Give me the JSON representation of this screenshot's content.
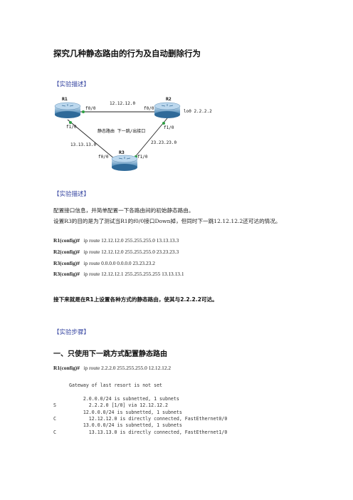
{
  "title": "探究几种静态路由的行为及自动删除行为",
  "section1": "【实验描述】",
  "diagram": {
    "r1": "R1",
    "r2": "R2",
    "r3": "R3",
    "r1_f00": "f0/0",
    "r1_f10": "f1/0",
    "r2_f00": "f0/0",
    "r2_f10": "f1/0",
    "r3_f00": "f0/0",
    "r3_f10": "f1/0",
    "net_12": "12.12.12.0",
    "net_13": "13.13.13.0",
    "net_23": "23.23.23.0",
    "lo0": "lo0 2.2.2.2",
    "note": "静态路由 下一跳/出接口"
  },
  "section2": "【实验描述】",
  "desc1": "配置接口信息，并简单配置一下各路由间的初始静态路由。",
  "desc2": "设置R3的目的是为了测试当R1的f0/0接口Down掉，但同时下一跳12.12.12.2还可达的情况。",
  "commands": [
    {
      "prompt": "R1(config)#",
      "text": "ip route 12.12.12.0 255.255.255.0 13.13.13.3"
    },
    {
      "prompt": "R2(config)#",
      "text": "ip route 12.12.12.0 255.255.255.0 23.23.23.3"
    },
    {
      "prompt": "R3(config)#",
      "text": "ip route 0.0.0.0 0.0.0.0 23.23.23.2"
    },
    {
      "prompt": "R3(config)#",
      "text": "ip route 12.12.12.1 255.255.255.255 13.13.13.1"
    }
  ],
  "emphasis": "接下来就是在R1上设置各种方式的静态路由，使其与2.2.2.2可达。",
  "section3": "【实验步骤】",
  "heading1": "一、只使用下一跳方式配置静态路由",
  "step_cmd": {
    "prompt": "R1(config)#",
    "text": "ip route 2.2.2.0 255.255.255.0 12.12.12.2"
  },
  "terminal": [
    {
      "code": "",
      "text": "Gateway of last resort is not set"
    },
    {
      "code": "",
      "text": ""
    },
    {
      "code": "",
      "text": "     2.0.0.0/24 is subnetted, 1 subnets"
    },
    {
      "code": "S",
      "text": "       2.2.2.0 [1/0] via 12.12.12.2"
    },
    {
      "code": "",
      "text": "     12.0.0.0/24 is subnetted, 1 subnets"
    },
    {
      "code": "C",
      "text": "       12.12.12.0 is directly connected, FastEthernet0/0"
    },
    {
      "code": "",
      "text": "     13.0.0.0/24 is subnetted, 1 subnets"
    },
    {
      "code": "C",
      "text": "       13.13.13.0 is directly connected, FastEthernet1/0"
    }
  ]
}
